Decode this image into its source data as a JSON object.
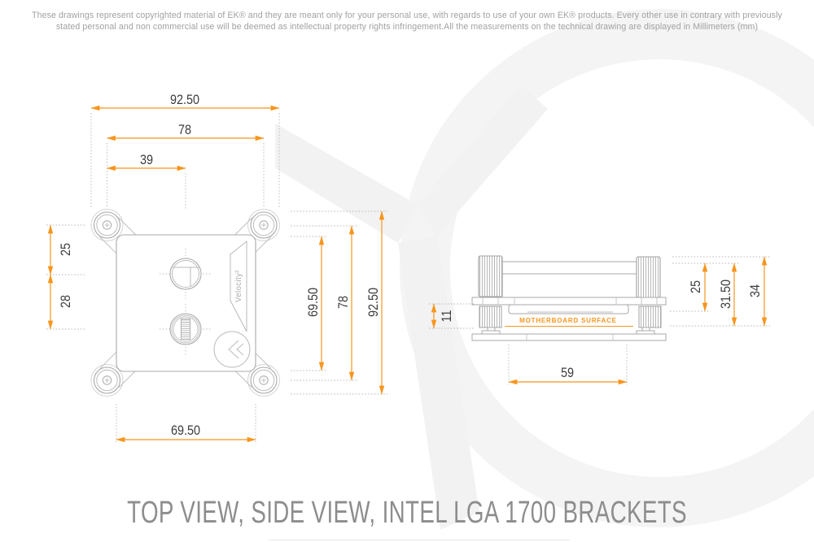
{
  "disclaimer": {
    "line1": "These drawings represent copyrighted material of EK® and they are meant only for your personal use, with regards to use of  your own EK® products. Every other use in contrary with previously",
    "line2": "stated personal and non commercial use will be deemed as intellectual property rights infringement.All the measurements on the technical drawing are displayed in Millimeters (mm)"
  },
  "title": "TOP VIEW, SIDE VIEW, INTEL LGA 1700 BRACKETS",
  "colors": {
    "accent_orange": "#F7951D",
    "dimension_text": "#3c3c3c",
    "drawing_line": "#a9a9a9",
    "watermark_gray": "#f3f3f3",
    "title_gray": "#8d8d8d"
  },
  "top_view": {
    "product_label": "Velocity²",
    "dims": {
      "width_overall": "92.50",
      "width_hole_centers": "78",
      "width_to_port": "39",
      "left_upper": "25",
      "left_lower": "28",
      "right_block_height": "69.50",
      "right_hole_centers": "78",
      "right_overall": "92.50",
      "bottom_block_width": "69.50"
    }
  },
  "side_view": {
    "surface_label": "MOTHERBOARD SURFACE",
    "dims": {
      "bracket_offset": "11",
      "height_25": "25",
      "height_31_50": "31.50",
      "height_overall": "34",
      "base_width": "59"
    }
  }
}
